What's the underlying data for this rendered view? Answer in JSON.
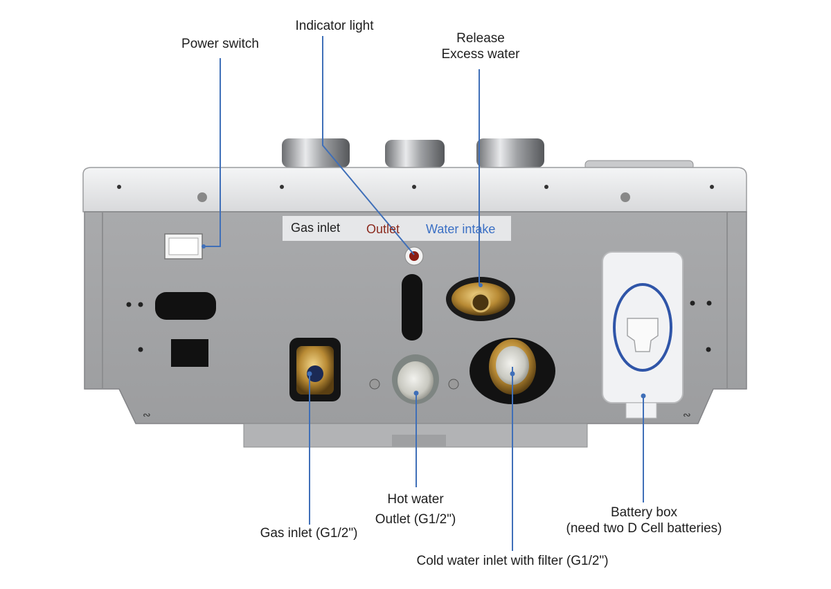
{
  "callouts": {
    "power_switch": "Power switch",
    "indicator_light": "Indicator light",
    "release_line1": "Release",
    "release_line2": "Excess water",
    "hot_water_line1": "Hot water",
    "hot_water_line2": "Outlet (G1/2\")",
    "gas_inlet": "Gas inlet (G1/2\")",
    "cold_water_inlet": "Cold water inlet  with filter (G1/2\")",
    "battery_line1": "Battery box",
    "battery_line2": "(need two D Cell batteries)"
  },
  "panel_label": {
    "gas_inlet": "Gas inlet",
    "outlet": "Outlet",
    "water_intake": "Water intake"
  },
  "colors": {
    "leader_line": "#3f6fb8",
    "outlet_text": "#8b2a1e",
    "water_intake_text": "#3a6fc4",
    "battery_ring": "#2f55a8",
    "body_gray": "#a3a4a6"
  }
}
